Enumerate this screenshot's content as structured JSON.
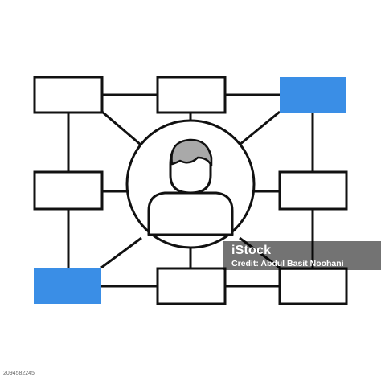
{
  "colors": {
    "stroke": "#111111",
    "highlight": "#3a8ee6",
    "box_fill": "#ffffff",
    "avatar_hair": "#a9a9a9"
  },
  "nodes": [
    {
      "id": "box-top-left",
      "highlighted": false
    },
    {
      "id": "box-top-middle",
      "highlighted": false
    },
    {
      "id": "box-top-right",
      "highlighted": true
    },
    {
      "id": "box-middle-left",
      "highlighted": false
    },
    {
      "id": "box-middle-right",
      "highlighted": false
    },
    {
      "id": "box-bottom-left",
      "highlighted": true
    },
    {
      "id": "box-bottom-middle",
      "highlighted": false
    },
    {
      "id": "box-bottom-right",
      "highlighted": false
    }
  ],
  "center": {
    "icon": "user-avatar-icon"
  },
  "watermark": {
    "brand": "iStock",
    "credit": "Credit: Abdul Basit Noohani",
    "image_id": "2094582245"
  }
}
